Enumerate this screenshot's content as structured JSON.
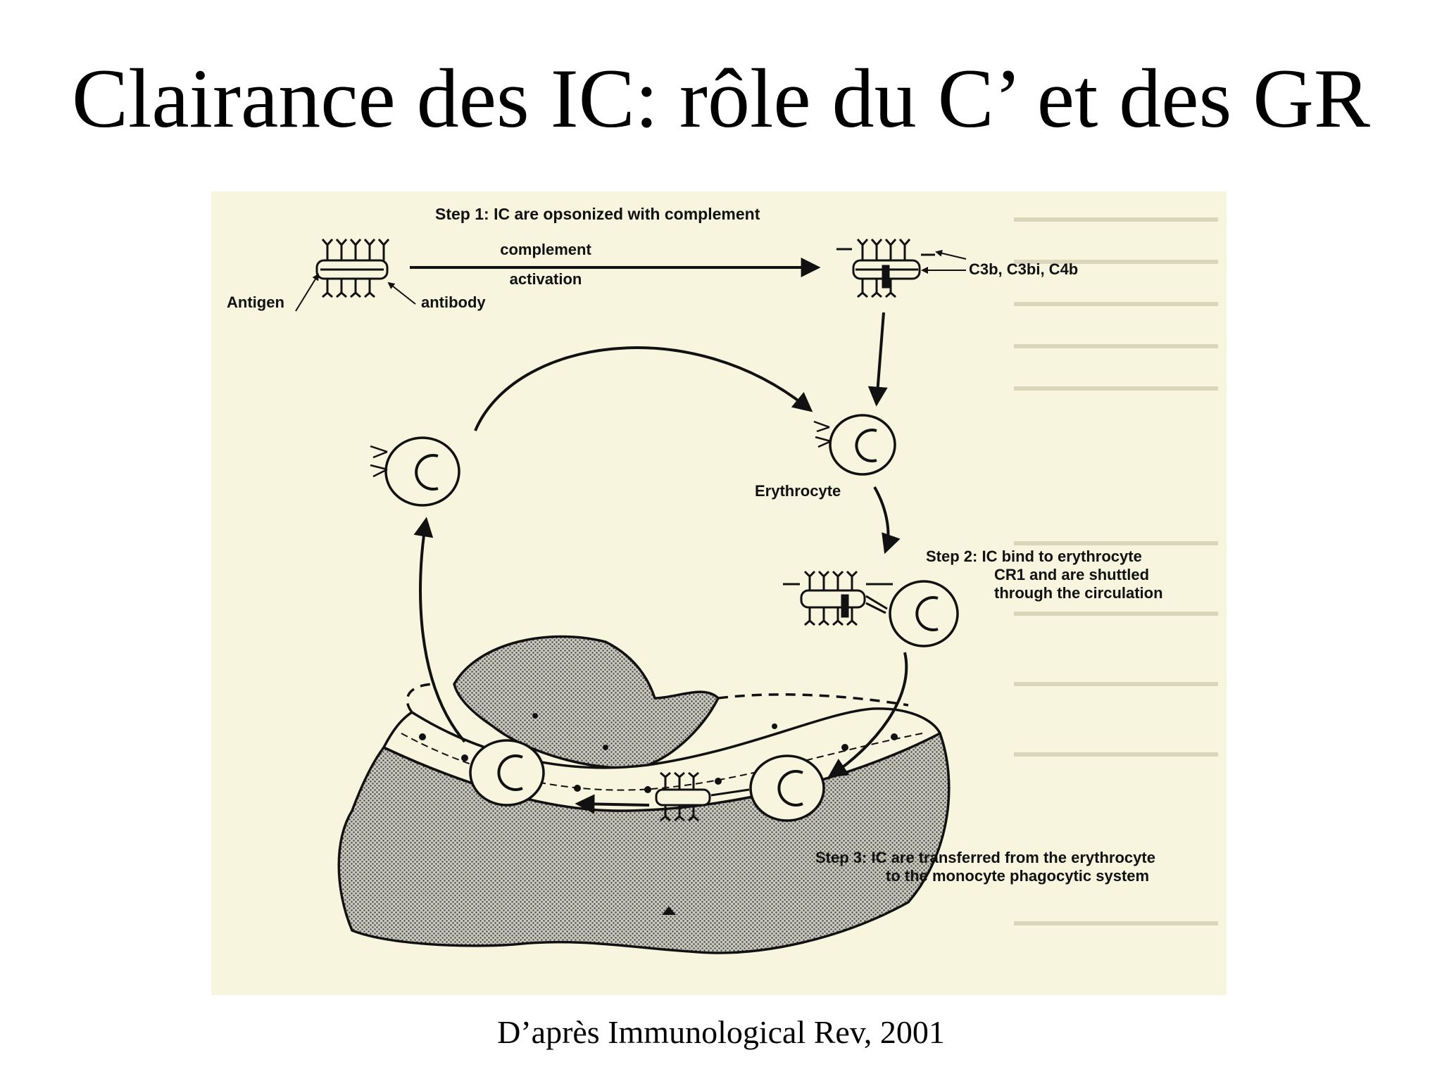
{
  "slide": {
    "title": "Clairance des IC: rôle du C’ et des GR",
    "caption": "D’après Immunological Rev, 2001"
  },
  "diagram": {
    "step1_title": "Step 1:  IC are opsonized with complement",
    "complement_label_1": "complement",
    "complement_label_2": "activation",
    "antigen_label": "Antigen",
    "antibody_label": "antibody",
    "c3b_label": "C3b, C3bi, C4b",
    "erythrocyte_label": "Erythrocyte",
    "step2_line1": "Step 2:  IC bind to erythrocyte",
    "step2_line2": "CR1 and are shuttled",
    "step2_line3": "through the circulation",
    "step3_line1": "Step 3:  IC are transferred from the erythrocyte",
    "step3_line2": "to the monocyte phagocytic system"
  },
  "colors": {
    "paper": "#f7f5dd",
    "ink": "#111111",
    "organ_fill": "#9a9a90"
  }
}
